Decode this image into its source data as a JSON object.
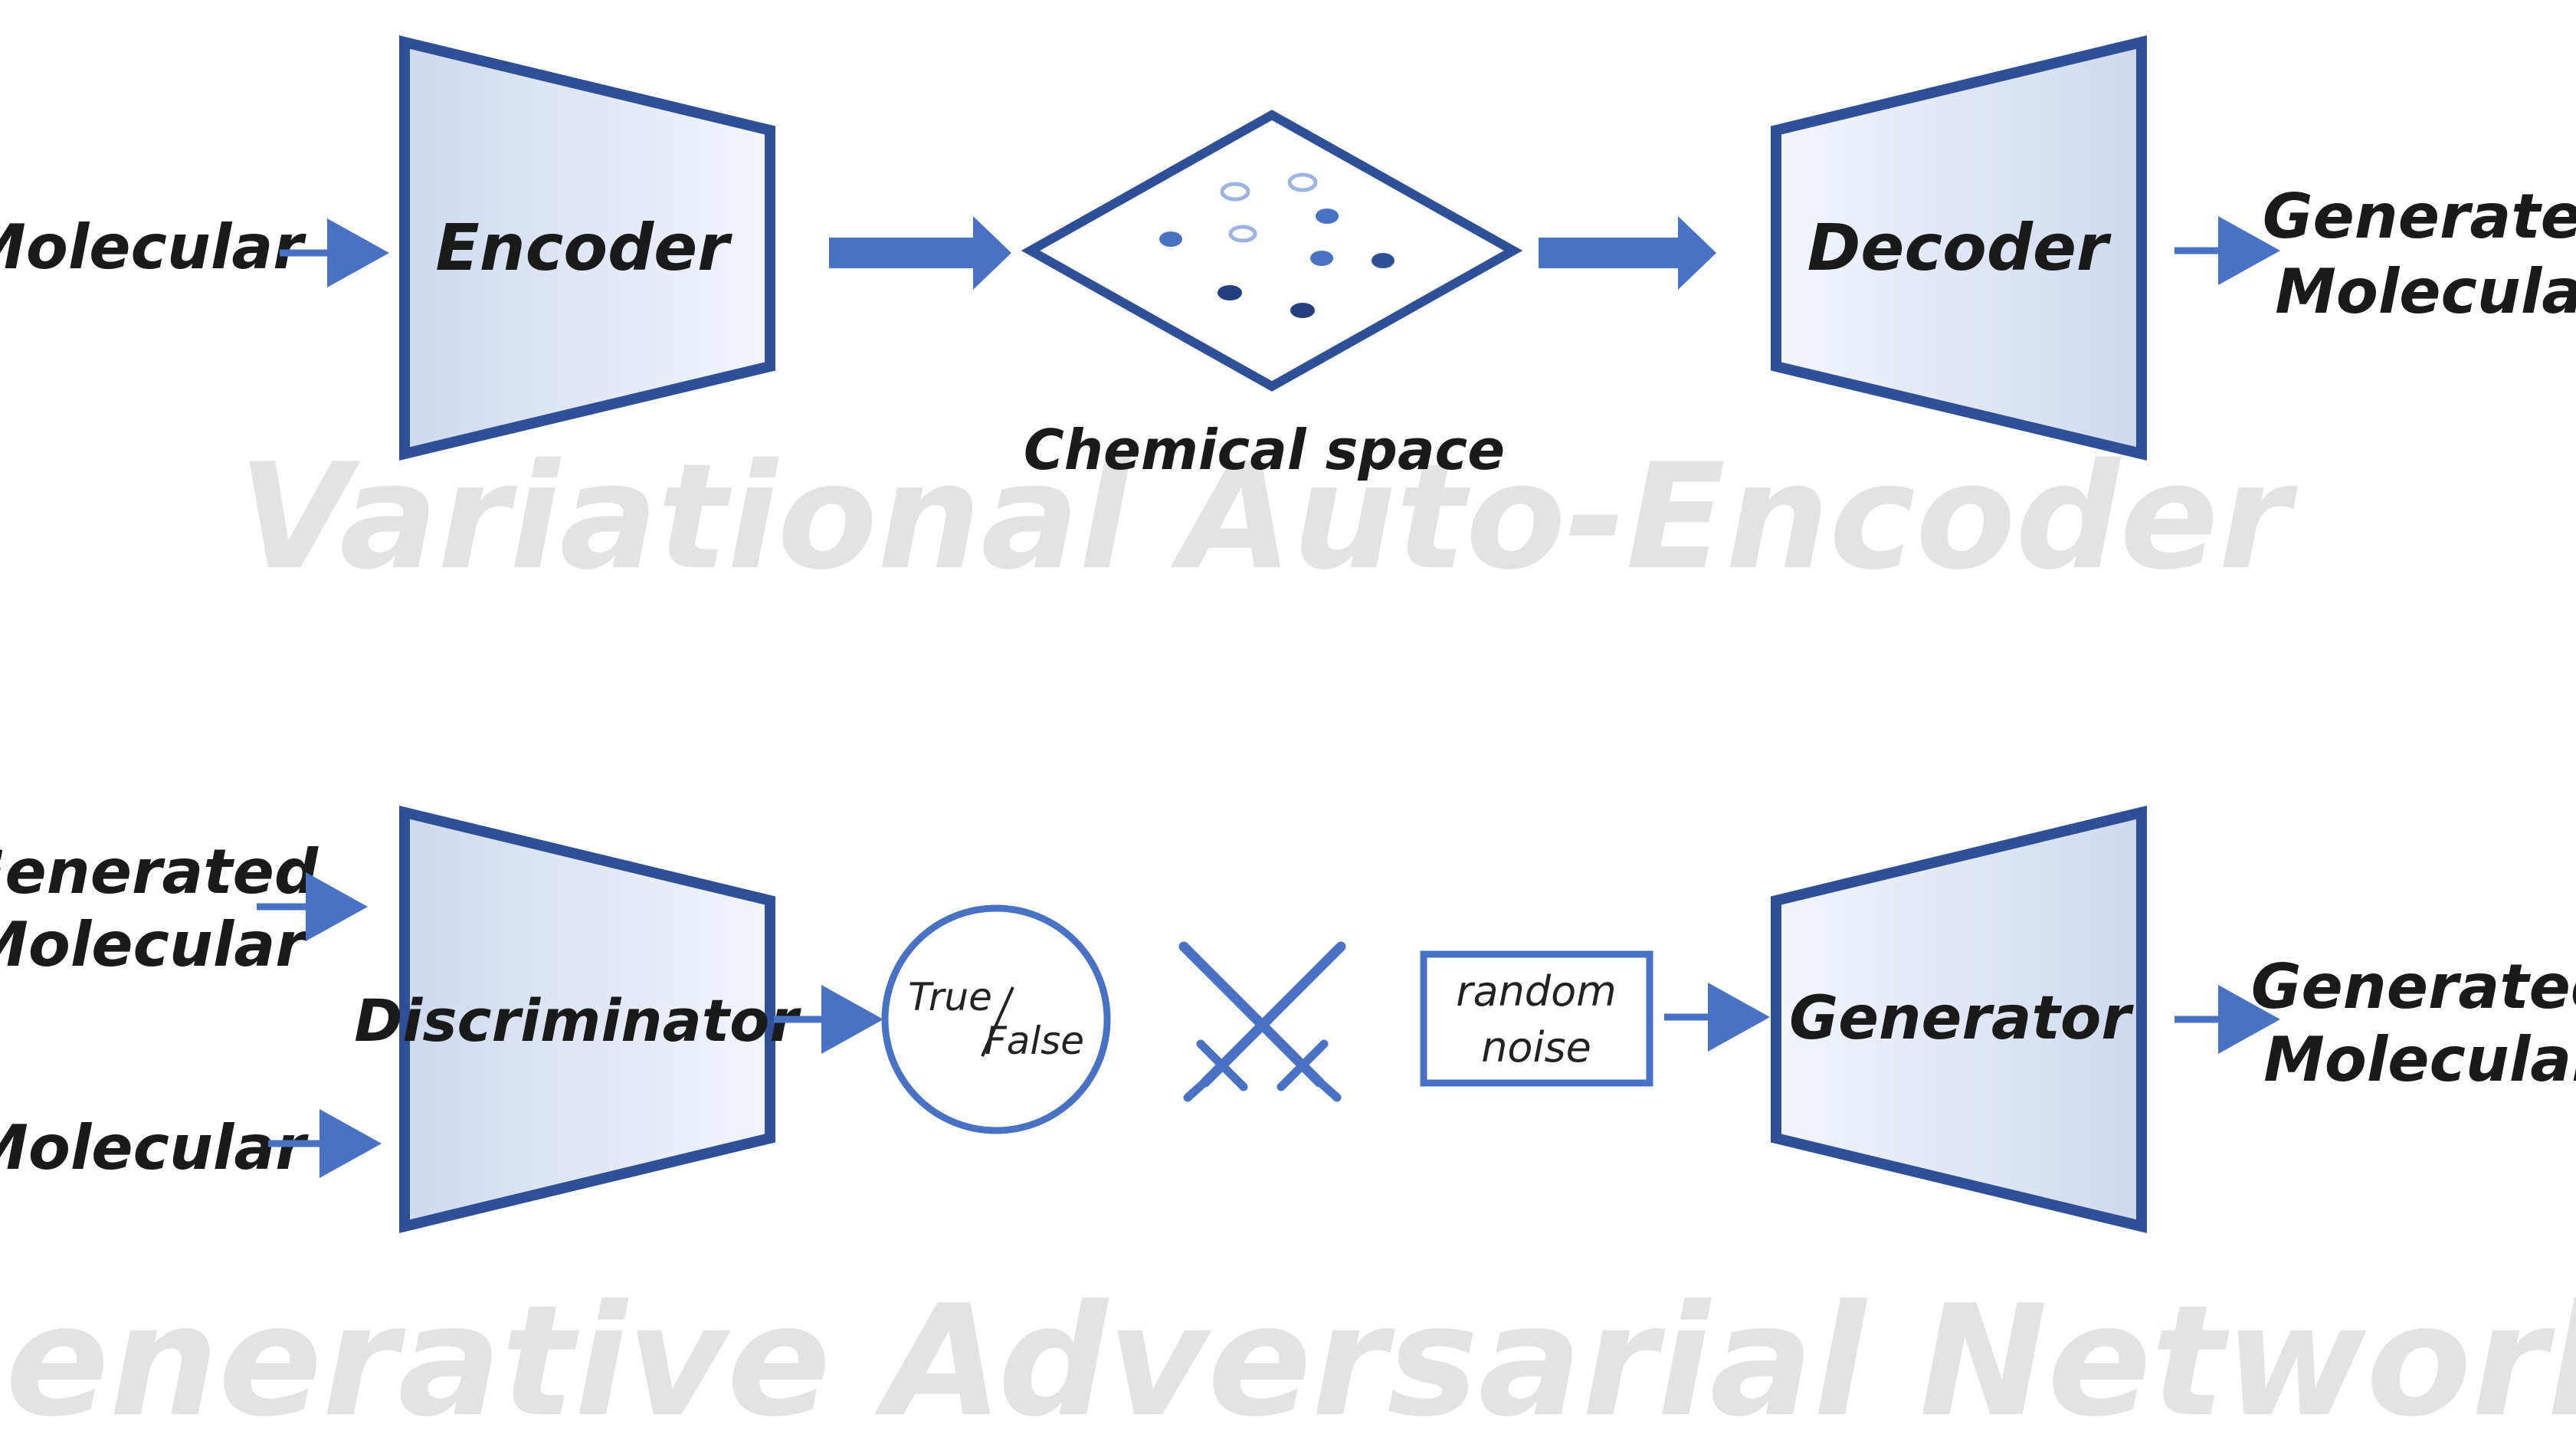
{
  "colors": {
    "accent": "#4a72c4",
    "block_stroke": "#2f4f96",
    "block_fill": "#dde5f4",
    "watermark": "#e3e3e3",
    "dot_light": "#9db4e0",
    "dot_dark": "#243f7f"
  },
  "vae": {
    "title": "Variational Auto-Encoder",
    "input_label": "Molecular",
    "encoder_label": "Encoder",
    "latent_label": "Chemical space",
    "decoder_label": "Decoder",
    "output_line1": "Generated",
    "output_line2": "Molecular"
  },
  "gan": {
    "title": "Generative Adversarial Network",
    "input1_line1": "Generated",
    "input1_line2": "Molecular",
    "input2_label": "Molecular",
    "discriminator_label": "Discriminator",
    "decision_true": "True",
    "decision_false": "False",
    "adversarial_icon": "crossed-swords-icon",
    "noise_line1": "random",
    "noise_line2": "noise",
    "generator_label": "Generator",
    "output_line1": "Generated",
    "output_line2": "Molecular"
  }
}
